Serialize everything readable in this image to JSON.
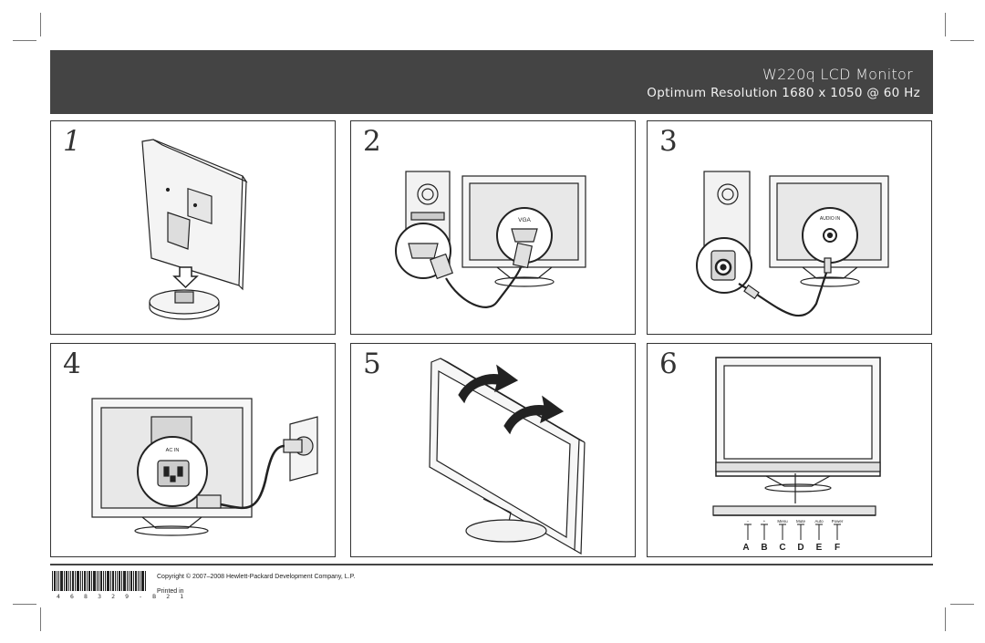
{
  "header": {
    "title": "W220q LCD Monitor",
    "subtitle": "Optimum Resolution 1680 x 1050 @ 60 Hz"
  },
  "steps": [
    {
      "number": "1"
    },
    {
      "number": "2",
      "connector_label": "VGA"
    },
    {
      "number": "3",
      "connector_label": "AUDIO IN"
    },
    {
      "number": "4",
      "connector_label": "AC IN"
    },
    {
      "number": "5"
    },
    {
      "number": "6",
      "button_icons": [
        "−",
        "+",
        "Menu",
        "Mute",
        "Auto",
        "Power"
      ],
      "button_letters": [
        "A",
        "B",
        "C",
        "D",
        "E",
        "F"
      ]
    }
  ],
  "footer": {
    "barcode_digits": "4 6 8 3 2 9 - B 2 1",
    "copyright": "Copyright © 2007–2008 Hewlett-Packard Development Company, L.P.",
    "printed": "Printed in"
  },
  "colors": {
    "header_bg": "#444444",
    "header_text": "#f2f2f2",
    "line_art": "#222222"
  }
}
